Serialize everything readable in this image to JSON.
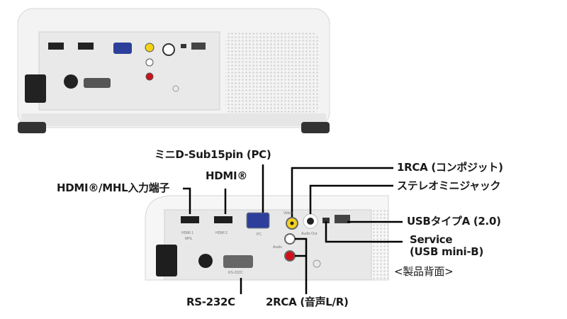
{
  "callouts": {
    "hdmi_mhl": "HDMI®/MHL入力端子",
    "hdmi": "HDMI®",
    "mini_dsub": "ミニD-Sub15pin (PC)",
    "rca_composite": "1RCA (コンポジット)",
    "stereo_mini": "ステレオミニジャック",
    "usb_a": "USBタイプA (2.0)",
    "service_line1": "Service",
    "service_line2": "(USB mini-B)",
    "rs232c": "RS-232C",
    "rca_audio": "2RCA (音声L/R)",
    "caption": "<製品背面>"
  },
  "panel_labels": {
    "hdmi1": "HDMI 1",
    "mhl": "MHL",
    "hdmi2": "HDMI 2",
    "pc": "PC",
    "video": "Video",
    "audio": "Audio",
    "audio_out": "Audio Out",
    "rs232c": "RS-232C"
  },
  "colors": {
    "vga_port": "#2d3f9a",
    "video_rca": "#f2d21a",
    "audio_r_rca": "#d0101a",
    "leader_line": "#000000"
  }
}
